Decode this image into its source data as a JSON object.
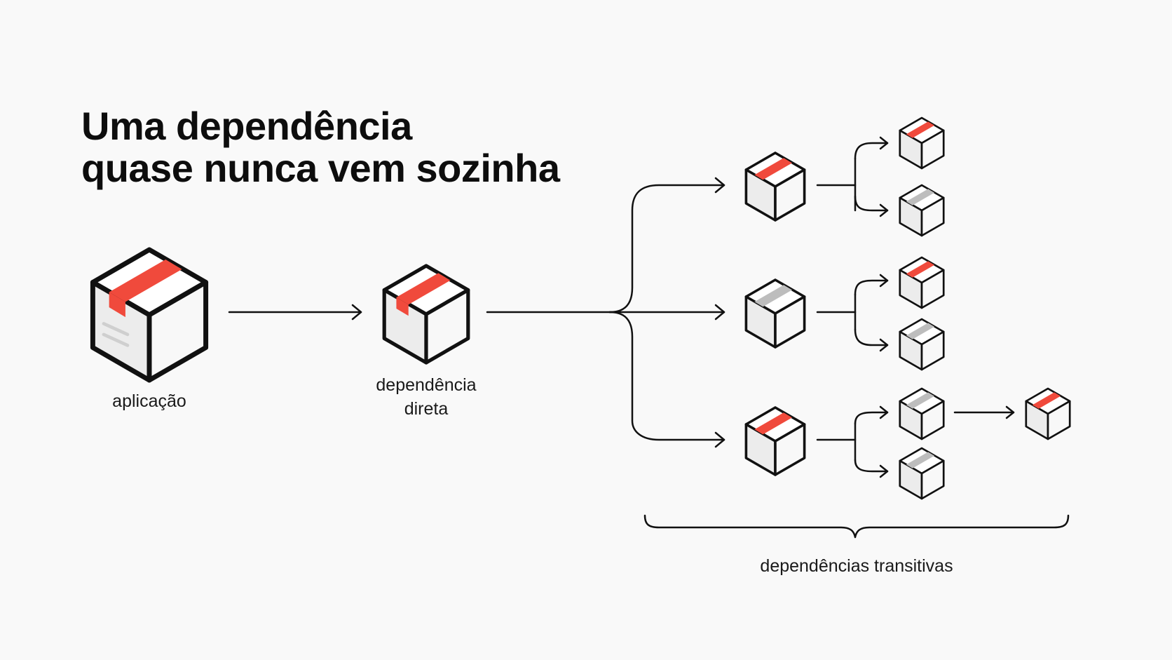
{
  "title": {
    "line1": "Uma dependência",
    "line2": "quase nunca vem sozinha"
  },
  "labels": {
    "app": "aplicação",
    "direct_line1": "dependência",
    "direct_line2": "direta",
    "transitive": "dependências transitivas"
  },
  "colors": {
    "accent": "#f04a3c",
    "neutral_tape": "#bdbdbd",
    "stroke": "#111111",
    "background": "#f9f9f9"
  },
  "icons": {
    "package": "box-icon",
    "arrow": "arrow-right-icon",
    "brace": "curly-brace-icon"
  }
}
